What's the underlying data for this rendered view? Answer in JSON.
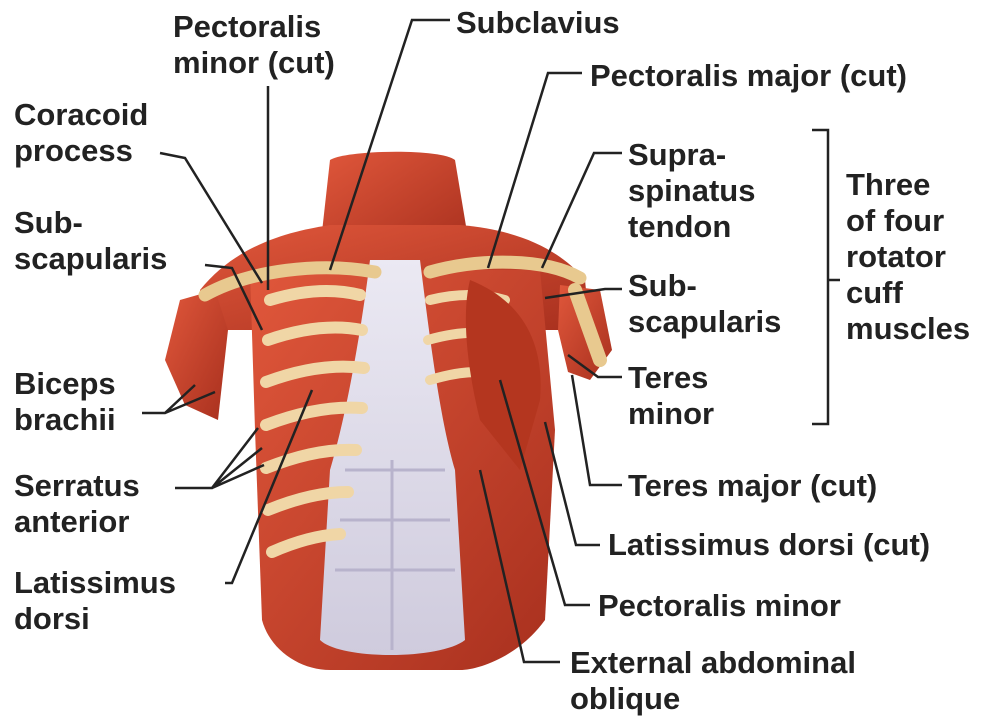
{
  "colors": {
    "muscle": "#c8402a",
    "muscle_dark": "#9c2a1a",
    "muscle_light": "#e56a4e",
    "rib": "#f0d6a6",
    "fascia": "#e4e2ee",
    "fascia_shade": "#c9c6d8",
    "label_text": "#222222",
    "leader_line": "#222222"
  },
  "labels": {
    "pectoralis_minor_cut_left": "Pectoralis\nminor (cut)",
    "subclavius": "Subclavius",
    "coracoid_process": "Coracoid\nprocess",
    "subscapularis_left": "Sub-\nscapularis",
    "biceps_brachii": "Biceps\nbrachii",
    "serratus_anterior": "Serratus\nanterior",
    "latissimus_dorsi": "Latissimus\ndorsi",
    "pectoralis_major_cut": "Pectoralis major (cut)",
    "supraspinatus_tendon": "Supra-\nspinatus\ntendon",
    "rotator_cuff_group": "Three\nof four\nrotator\ncuff\nmuscles",
    "subscapularis_right": "Sub-\nscapularis",
    "teres_minor": "Teres\nminor",
    "teres_major_cut": "Teres major (cut)",
    "latissimus_dorsi_cut": "Latissimus dorsi (cut)",
    "pectoralis_minor": "Pectoralis minor",
    "external_abdominal_oblique": "External abdominal\noblique"
  }
}
